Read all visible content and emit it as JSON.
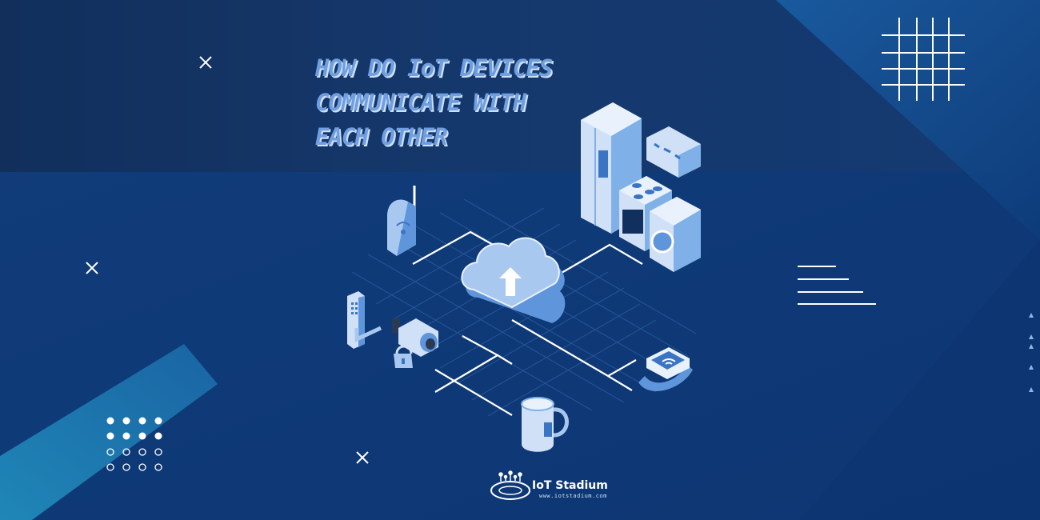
{
  "title": {
    "line1": "HOW DO IoT DEVICES",
    "line2": "COMMUNICATE WITH",
    "line3": "EACH OTHER"
  },
  "brand": {
    "name": "IoT Stadium",
    "url": "www.iotstadium.com"
  },
  "colors": {
    "background": "#0f3a78",
    "accent_light": "#a9c8f0",
    "accent_mid": "#5f95da",
    "title_fill": "#6f9fe0",
    "title_shadow": "#cfe0f7"
  },
  "illustration": {
    "center": "cloud-upload-icon",
    "devices": [
      "wifi-router-icon",
      "refrigerator-icon",
      "air-conditioner-icon",
      "stove-icon",
      "washing-machine-icon",
      "smart-lock-icon",
      "security-camera-icon",
      "padlock-icon",
      "smartwatch-icon",
      "smart-mug-icon"
    ]
  }
}
